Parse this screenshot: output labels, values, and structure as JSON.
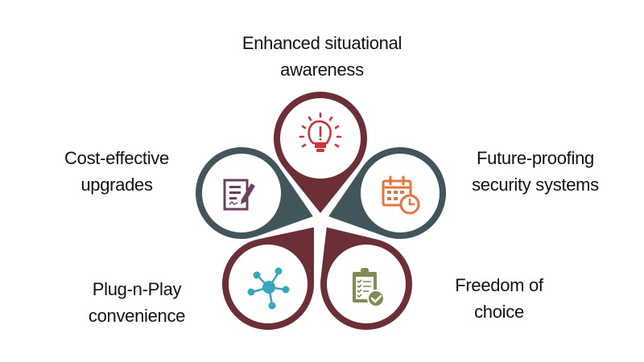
{
  "title": "Benefits diagram",
  "colors": {
    "maroon": "#6b2f35",
    "slate": "#43555c",
    "bulb_red": "#d0323a",
    "doc_purple": "#6d3f5e",
    "calendar_orange": "#e8743b",
    "network_teal": "#38a6bb",
    "checklist_olive": "#858a54"
  },
  "items": [
    {
      "id": "top",
      "lines": [
        "Enhanced situational",
        "awareness"
      ],
      "icon": "lightbulb-alert-icon",
      "pin_color": "maroon"
    },
    {
      "id": "left",
      "lines": [
        "Cost-effective",
        "upgrades"
      ],
      "icon": "document-edit-icon",
      "pin_color": "slate"
    },
    {
      "id": "right",
      "lines": [
        "Future-proofing",
        "security systems"
      ],
      "icon": "calendar-clock-icon",
      "pin_color": "slate"
    },
    {
      "id": "bottom-left",
      "lines": [
        "Plug-n-Play",
        "convenience"
      ],
      "icon": "network-hub-icon",
      "pin_color": "maroon"
    },
    {
      "id": "bottom-right",
      "lines": [
        "Freedom of",
        "choice"
      ],
      "icon": "checklist-approved-icon",
      "pin_color": "maroon"
    }
  ]
}
